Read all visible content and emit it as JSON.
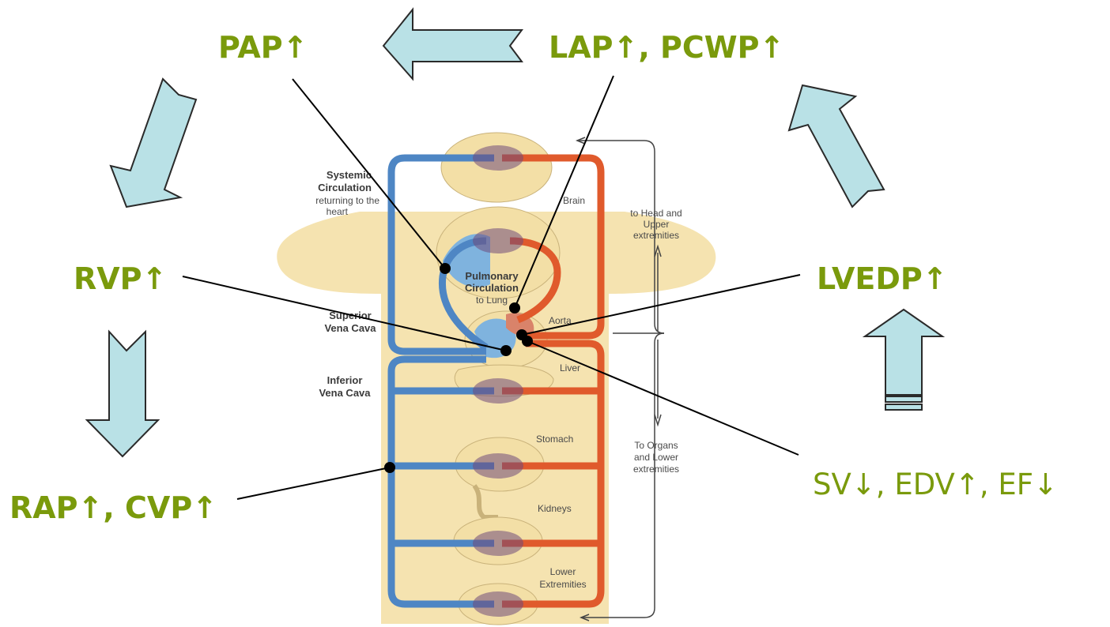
{
  "labels": {
    "pap": "PAP↑",
    "lap_pcwp": "LAP↑, PCWP↑",
    "rvp": "RVP↑",
    "lvedp": "LVEDP↑",
    "rap_cvp": "RAP↑, CVP↑",
    "sv_edv_ef": "SV↓, EDV↑, EF↓"
  },
  "anatomy": {
    "systemic_1": "Systemic",
    "systemic_2": "Circulation",
    "systemic_3": "returning to the",
    "systemic_4": "heart",
    "brain": "Brain",
    "pulmonary_1": "Pulmonary",
    "pulmonary_2": "Circulation",
    "pulmonary_3": "to Lung",
    "svc_1": "Superior",
    "svc_2": "Vena Cava",
    "aorta": "Aorta",
    "ivc_1": "Inferior",
    "ivc_2": "Vena Cava",
    "liver": "Liver",
    "stomach": "Stomach",
    "kidneys": "Kidneys",
    "lower_1": "Lower",
    "lower_2": "Extremities",
    "head_1": "to Head and",
    "head_2": "Upper",
    "head_3": "extremities",
    "organs_1": "To Organs",
    "organs_2": "and Lower",
    "organs_3": "extremities"
  },
  "colors": {
    "label_green": "#7a9a0c",
    "arrow_fill": "#b9e1e6",
    "vein_blue": "#4e86c4",
    "artery_red": "#e05a2c",
    "body_tan": "#f5e3b0"
  }
}
